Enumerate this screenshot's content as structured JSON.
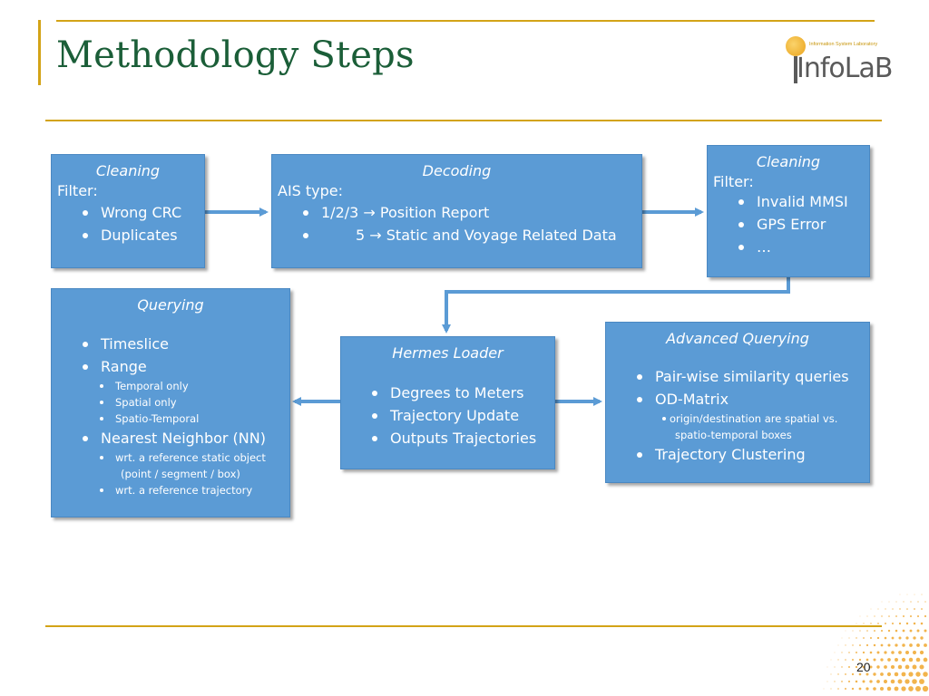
{
  "title": "Methodology Steps",
  "logo": {
    "main": "InfoLaB",
    "tag": "Information System Laboratory"
  },
  "page_number": "20",
  "boxes": {
    "cleaning1": {
      "heading": "Cleaning",
      "label": "Filter:",
      "items": [
        "Wrong CRC",
        "Duplicates"
      ]
    },
    "decoding": {
      "heading": "Decoding",
      "label": "AIS type:",
      "items": [
        "1/2/3 → Position Report",
        "5 → Static and Voyage Related Data"
      ]
    },
    "cleaning2": {
      "heading": "Cleaning",
      "label": "Filter:",
      "items": [
        "Invalid MMSI",
        "GPS Error",
        "…"
      ]
    },
    "querying": {
      "heading": "Querying",
      "items": [
        "Timeslice",
        "Range",
        "Temporal only",
        "Spatial only",
        "Spatio-Temporal",
        "Nearest Neighbor (NN)",
        "wrt. a reference static object",
        "(point / segment / box)",
        "wrt. a reference trajectory"
      ]
    },
    "hermes": {
      "heading": "Hermes Loader",
      "items": [
        "Degrees to Meters",
        "Trajectory Update",
        "Outputs Trajectories"
      ]
    },
    "advanced": {
      "heading": "Advanced Querying",
      "items": [
        "Pair-wise similarity queries",
        "OD-Matrix",
        "origin/destination are spatial vs.",
        "spatio-temporal boxes",
        "Trajectory Clustering"
      ]
    }
  },
  "colors": {
    "box": "#5b9bd5",
    "arrow": "#5b9bd5",
    "rule": "#d3a317",
    "title": "#1b5e38"
  }
}
